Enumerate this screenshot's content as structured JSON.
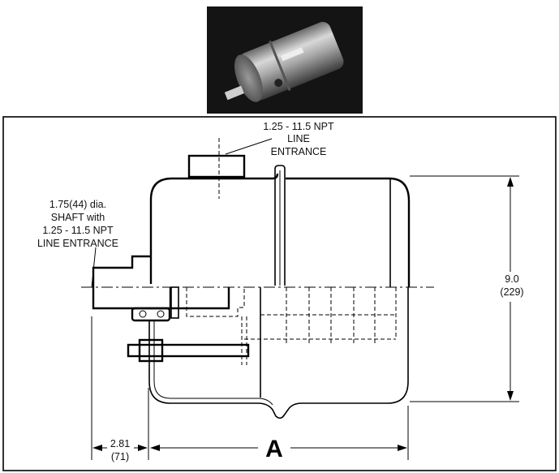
{
  "figure": {
    "photo_alt": "Photograph of cylindrical motor actuator with shaft",
    "labels": {
      "top_entrance": [
        "1.25 - 11.5 NPT",
        "LINE",
        "ENTRANCE"
      ],
      "shaft": [
        "1.75(44) dia.",
        "SHAFT with",
        "1.25 - 11.5 NPT",
        "LINE ENTRANCE"
      ],
      "height_dim": [
        "9.0",
        "(229)"
      ],
      "offset_dim": [
        "2.81",
        "(71)"
      ],
      "length_dim": "A"
    },
    "colors": {
      "line": "#000000",
      "background": "#ffffff",
      "photo_bg": "#111111"
    }
  }
}
